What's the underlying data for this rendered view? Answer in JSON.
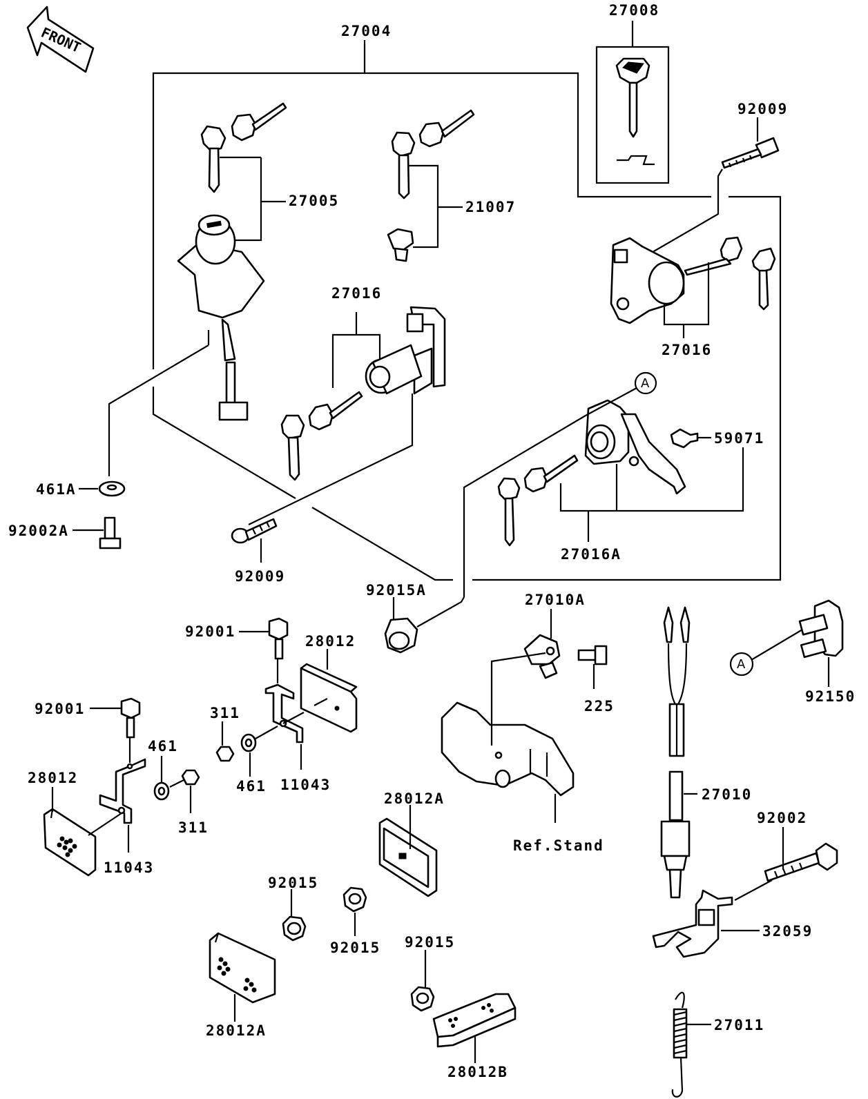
{
  "front_label": "FRONT",
  "callout": "A",
  "labels": {
    "p27004": "27004",
    "p27008": "27008",
    "p92009_top": "92009",
    "p27005": "27005",
    "p21007": "21007",
    "p27016_mid": "27016",
    "p27016_right": "27016",
    "p59071": "59071",
    "p27016A": "27016A",
    "p461A": "461A",
    "p92002A": "92002A",
    "p92009_bottom": "92009",
    "p92015A": "92015A",
    "p27010A": "27010A",
    "p225": "225",
    "p92150": "92150",
    "p92001_mid": "92001",
    "p28012_mid": "28012",
    "p311_mid": "311",
    "p461_mid": "461",
    "p11043_mid": "11043",
    "p92001_left": "92001",
    "p461_left": "461",
    "p28012_left": "28012",
    "p311_left": "311",
    "p11043_left": "11043",
    "p28012A_mid": "28012A",
    "ref_stand": "Ref.Stand",
    "p27010": "27010",
    "p92002": "92002",
    "p32059": "32059",
    "p92015_a": "92015",
    "p92015_b": "92015",
    "p92015_c": "92015",
    "p28012A_bottom": "28012A",
    "p27011": "27011",
    "p28012B": "28012B"
  }
}
